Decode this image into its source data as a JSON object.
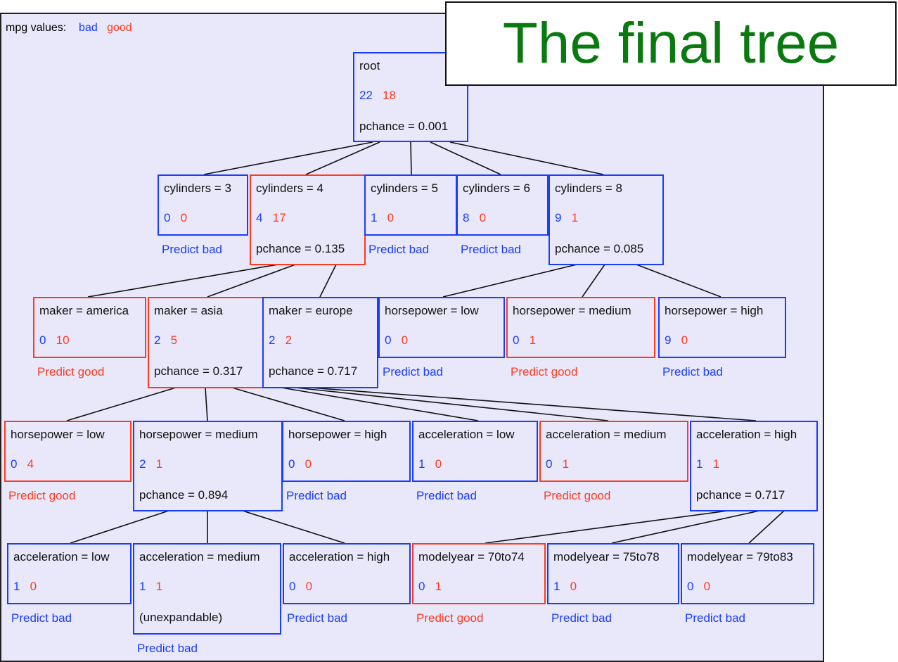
{
  "legend": {
    "label": "mpg values:",
    "bad": "bad",
    "good": "good"
  },
  "title": "The final tree",
  "colors": {
    "bad": "#1a3cff",
    "good": "#ff3a1f",
    "title": "#0a7a10",
    "background": "#e8e8fa"
  },
  "nodes": [
    {
      "id": "root",
      "label": "root",
      "bad": "22",
      "good": "18",
      "pchance": "pchance = 0.001",
      "predict": null,
      "parent": null
    },
    {
      "id": "cyl3",
      "label": "cylinders = 3",
      "bad": "0",
      "good": "0",
      "pchance": null,
      "predict": "Predict bad",
      "parent": "root"
    },
    {
      "id": "cyl4",
      "label": "cylinders = 4",
      "bad": "4",
      "good": "17",
      "pchance": "pchance = 0.135",
      "predict": null,
      "parent": "root"
    },
    {
      "id": "cyl5",
      "label": "cylinders = 5",
      "bad": "1",
      "good": "0",
      "pchance": null,
      "predict": "Predict bad",
      "parent": "root"
    },
    {
      "id": "cyl6",
      "label": "cylinders = 6",
      "bad": "8",
      "good": "0",
      "pchance": null,
      "predict": "Predict bad",
      "parent": "root"
    },
    {
      "id": "cyl8",
      "label": "cylinders = 8",
      "bad": "9",
      "good": "1",
      "pchance": "pchance = 0.085",
      "predict": null,
      "parent": "root"
    },
    {
      "id": "mk_am",
      "label": "maker = america",
      "bad": "0",
      "good": "10",
      "pchance": null,
      "predict": "Predict good",
      "parent": "cyl4"
    },
    {
      "id": "mk_as",
      "label": "maker = asia",
      "bad": "2",
      "good": "5",
      "pchance": "pchance = 0.317",
      "predict": null,
      "parent": "cyl4"
    },
    {
      "id": "mk_eu",
      "label": "maker = europe",
      "bad": "2",
      "good": "2",
      "pchance": "pchance = 0.717",
      "predict": null,
      "parent": "cyl4"
    },
    {
      "id": "hp8_low",
      "label": "horsepower = low",
      "bad": "0",
      "good": "0",
      "pchance": null,
      "predict": "Predict bad",
      "parent": "cyl8"
    },
    {
      "id": "hp8_med",
      "label": "horsepower = medium",
      "bad": "0",
      "good": "1",
      "pchance": null,
      "predict": "Predict good",
      "parent": "cyl8"
    },
    {
      "id": "hp8_high",
      "label": "horsepower = high",
      "bad": "9",
      "good": "0",
      "pchance": null,
      "predict": "Predict bad",
      "parent": "cyl8"
    },
    {
      "id": "hpa_low",
      "label": "horsepower = low",
      "bad": "0",
      "good": "4",
      "pchance": null,
      "predict": "Predict good",
      "parent": "mk_as"
    },
    {
      "id": "hpa_med",
      "label": "horsepower = medium",
      "bad": "2",
      "good": "1",
      "pchance": "pchance = 0.894",
      "predict": null,
      "parent": "mk_as"
    },
    {
      "id": "hpa_high",
      "label": "horsepower = high",
      "bad": "0",
      "good": "0",
      "pchance": null,
      "predict": "Predict bad",
      "parent": "mk_as"
    },
    {
      "id": "ace_low",
      "label": "acceleration = low",
      "bad": "1",
      "good": "0",
      "pchance": null,
      "predict": "Predict bad",
      "parent": "mk_eu"
    },
    {
      "id": "ace_med",
      "label": "acceleration = medium",
      "bad": "0",
      "good": "1",
      "pchance": null,
      "predict": "Predict good",
      "parent": "mk_eu"
    },
    {
      "id": "ace_high",
      "label": "acceleration = high",
      "bad": "1",
      "good": "1",
      "pchance": "pchance = 0.717",
      "predict": null,
      "parent": "mk_eu"
    },
    {
      "id": "ach_low",
      "label": "acceleration = low",
      "bad": "1",
      "good": "0",
      "pchance": null,
      "predict": "Predict bad",
      "parent": "hpa_med"
    },
    {
      "id": "ach_med",
      "label": "acceleration = medium",
      "bad": "1",
      "good": "1",
      "pchance": "(unexpandable)",
      "predict": "Predict bad",
      "parent": "hpa_med"
    },
    {
      "id": "ach_high",
      "label": "acceleration = high",
      "bad": "0",
      "good": "0",
      "pchance": null,
      "predict": "Predict bad",
      "parent": "hpa_med"
    },
    {
      "id": "my_70",
      "label": "modelyear = 70to74",
      "bad": "0",
      "good": "1",
      "pchance": null,
      "predict": "Predict good",
      "parent": "ace_high"
    },
    {
      "id": "my_75",
      "label": "modelyear = 75to78",
      "bad": "1",
      "good": "0",
      "pchance": null,
      "predict": "Predict bad",
      "parent": "ace_high"
    },
    {
      "id": "my_79",
      "label": "modelyear = 79to83",
      "bad": "0",
      "good": "0",
      "pchance": null,
      "predict": "Predict bad",
      "parent": "ace_high"
    }
  ]
}
